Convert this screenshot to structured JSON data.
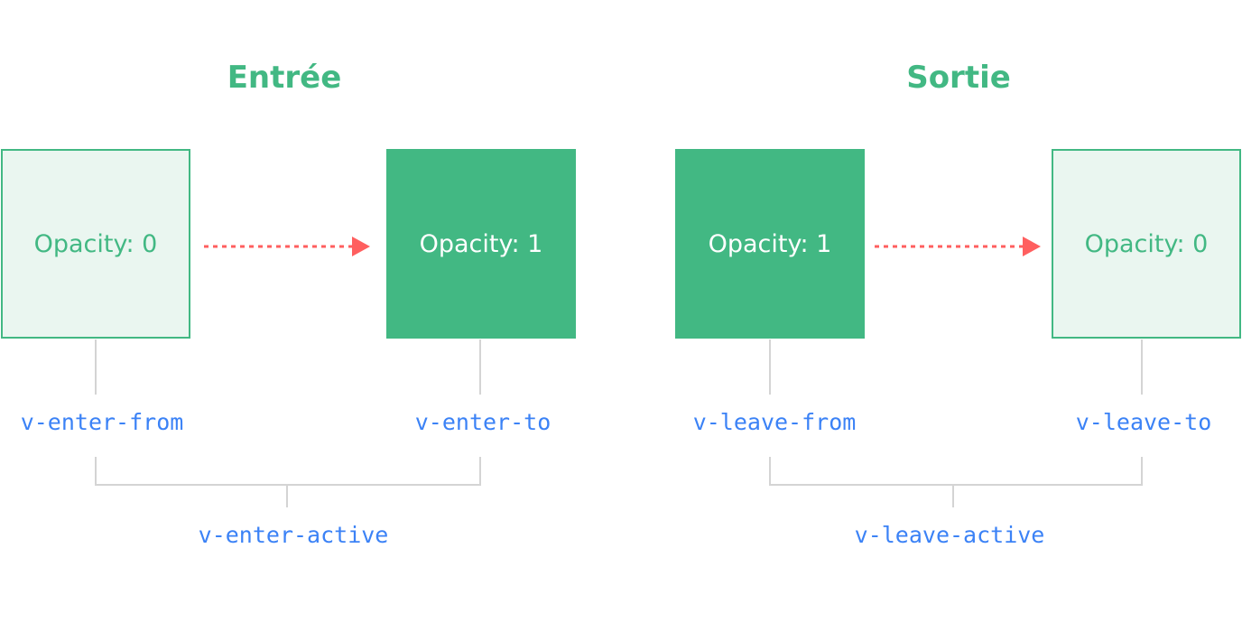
{
  "enter": {
    "title": "Entrée",
    "from_box": "Opacity: 0",
    "to_box": "Opacity: 1",
    "from_class": "v-enter-from",
    "to_class": "v-enter-to",
    "active_class": "v-enter-active"
  },
  "leave": {
    "title": "Sortie",
    "from_box": "Opacity: 1",
    "to_box": "Opacity: 0",
    "from_class": "v-leave-from",
    "to_class": "v-leave-to",
    "active_class": "v-leave-active"
  },
  "colors": {
    "green": "#42b883",
    "faded_fill": "#eaf6f0",
    "arrow": "#ff5f5f",
    "code": "#3b82f6",
    "connector": "#d4d4d4"
  }
}
